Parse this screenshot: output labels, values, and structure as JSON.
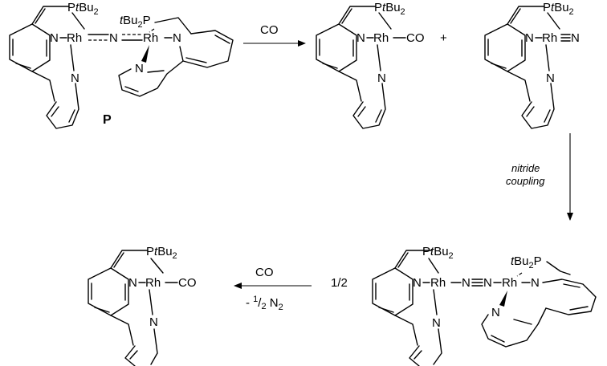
{
  "atoms": {
    "rh": "Rh",
    "n": "N",
    "p": "P",
    "t": "t",
    "bu2_b": "Bu",
    "bu2_s": "2",
    "co": "CO"
  },
  "compound_label": "P",
  "plus": "+",
  "steps": {
    "top_reagent": "CO",
    "coupling_line1": "nitride",
    "coupling_line2": "coupling",
    "half": "1/2",
    "bottom_reagent": "CO",
    "bottom_loss_pre": "- ",
    "bottom_loss_num": "1",
    "bottom_loss_slash": "/",
    "bottom_loss_den": "2",
    "bottom_loss_gas": " N",
    "bottom_loss_gas_sub": "2"
  }
}
